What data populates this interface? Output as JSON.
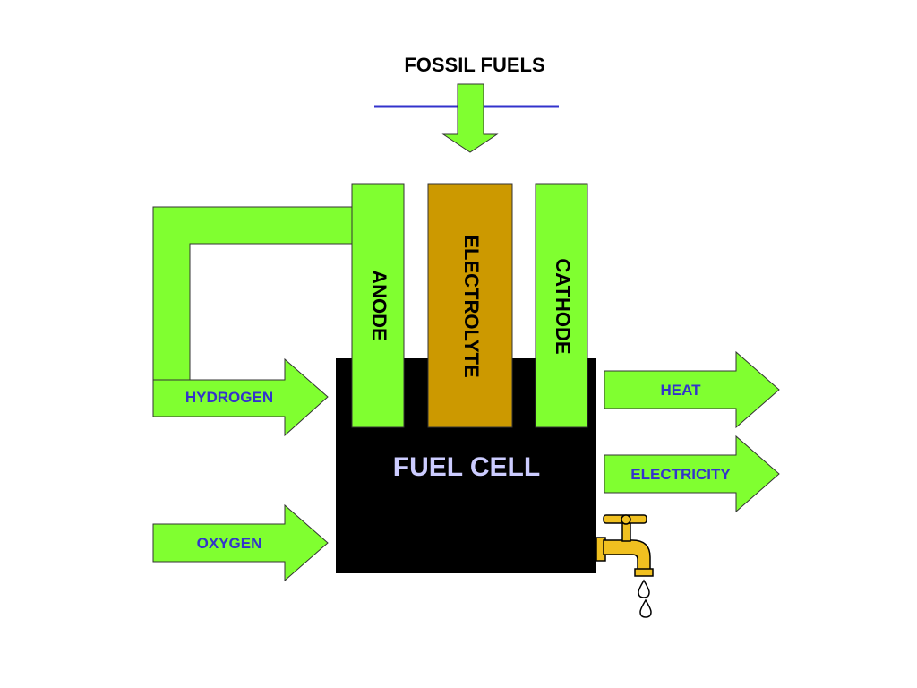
{
  "title": "FOSSIL FUELS",
  "core": {
    "label": "FUEL CELL",
    "anode": "ANODE",
    "electrolyte": "ELECTROLYTE",
    "cathode": "CATHODE"
  },
  "inputs": {
    "hydrogen": "HYDROGEN",
    "oxygen": "OXYGEN"
  },
  "outputs": {
    "heat": "HEAT",
    "electricity": "ELECTRICITY"
  },
  "icons": {
    "faucet": "faucet-icon",
    "water_drop": "water-drop-icon"
  },
  "colors": {
    "arrow_fill": "#80ff30",
    "electrolyte_fill": "#cc9900",
    "fuel_cell_fill": "#000000",
    "label_blue": "#3333cc",
    "fuel_cell_text": "#ccccff",
    "divider_line": "#3333cc",
    "faucet_fill": "#f0c020"
  }
}
